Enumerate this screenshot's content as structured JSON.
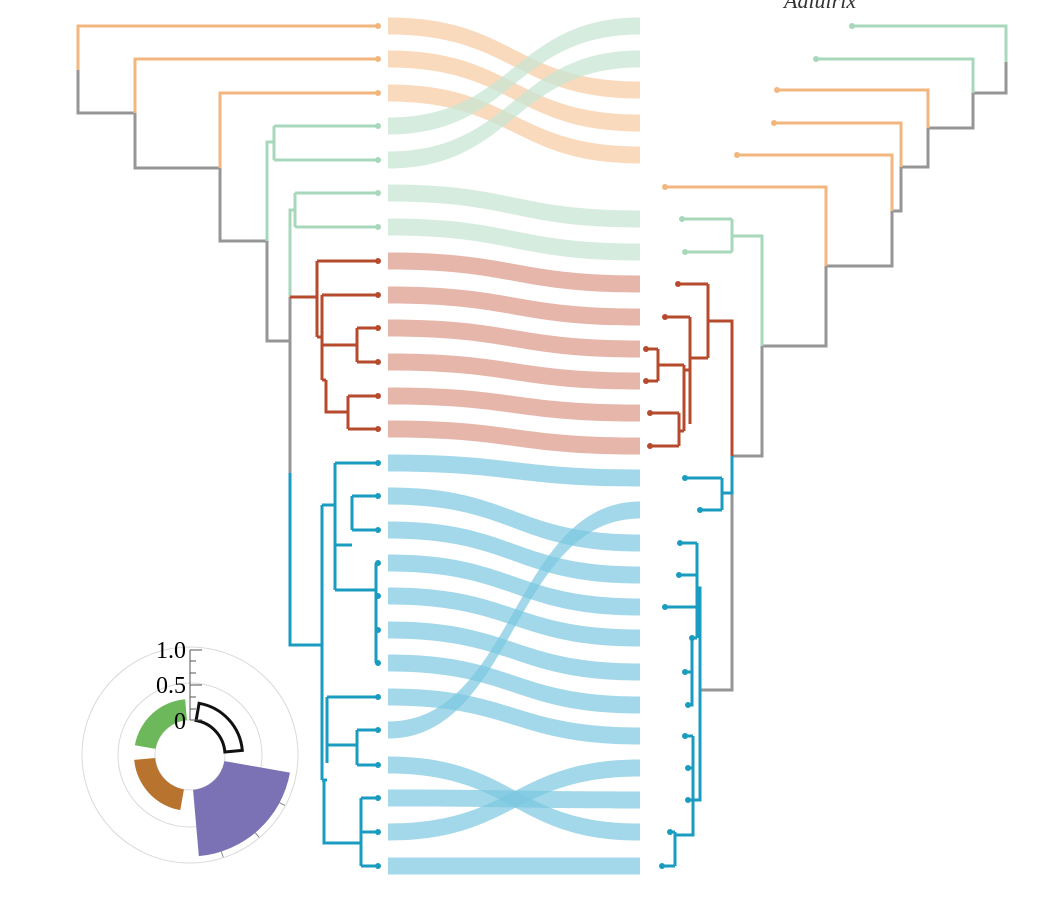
{
  "title": "Aalulrix",
  "colors": {
    "orange": "#f2b77e",
    "mint": "#a8d8bb",
    "rust": "#b64a2d",
    "cyan": "#1a9cc0",
    "gray": "#969696",
    "ribbon_orange": "#f7cba0",
    "ribbon_mint": "#c8e6d4",
    "ribbon_rust": "#d98f7e",
    "ribbon_cyan": "#7bc8df",
    "wedge_green": "#6db85a",
    "wedge_brown": "#b8732e",
    "wedge_purple": "#7b72b6"
  },
  "legend": {
    "ticks": [
      "1.0",
      "0.5",
      "0"
    ],
    "wedges": [
      {
        "name": "green",
        "value": 0.3,
        "color": "#6db85a"
      },
      {
        "name": "brown",
        "value": 0.3,
        "color": "#b8732e"
      },
      {
        "name": "purple",
        "value": 0.95,
        "color": "#7b72b6"
      },
      {
        "name": "outline",
        "value": 0.25,
        "color": "none"
      }
    ]
  },
  "left_tips": [
    "orange",
    "orange",
    "orange",
    "mint",
    "mint",
    "mint",
    "mint",
    "rust",
    "rust",
    "rust",
    "rust",
    "rust",
    "rust",
    "cyan",
    "cyan",
    "cyan",
    "cyan",
    "cyan",
    "cyan",
    "cyan",
    "cyan",
    "cyan",
    "cyan",
    "cyan",
    "cyan",
    "cyan",
    "cyan",
    "cyan"
  ],
  "right_tips": [
    "mint",
    "mint",
    "orange",
    "orange",
    "orange",
    "orange",
    "mint",
    "mint",
    "rust",
    "rust",
    "rust",
    "rust",
    "rust",
    "rust",
    "cyan",
    "cyan",
    "cyan",
    "cyan",
    "cyan",
    "cyan",
    "cyan",
    "cyan",
    "cyan",
    "cyan",
    "cyan",
    "cyan",
    "cyan",
    "cyan"
  ],
  "links": [
    {
      "from": 0,
      "to": 2,
      "group": "orange"
    },
    {
      "from": 1,
      "to": 3,
      "group": "orange"
    },
    {
      "from": 2,
      "to": 4,
      "group": "orange"
    },
    {
      "from": 3,
      "to": 0,
      "group": "mint"
    },
    {
      "from": 4,
      "to": 1,
      "group": "mint"
    },
    {
      "from": 5,
      "to": 6,
      "group": "mint"
    },
    {
      "from": 6,
      "to": 7,
      "group": "mint"
    },
    {
      "from": 7,
      "to": 8,
      "group": "rust"
    },
    {
      "from": 8,
      "to": 9,
      "group": "rust"
    },
    {
      "from": 9,
      "to": 10,
      "group": "rust"
    },
    {
      "from": 10,
      "to": 11,
      "group": "rust"
    },
    {
      "from": 11,
      "to": 12,
      "group": "rust"
    },
    {
      "from": 12,
      "to": 13,
      "group": "rust"
    },
    {
      "from": 13,
      "to": 14,
      "group": "cyan"
    },
    {
      "from": 14,
      "to": 16,
      "group": "cyan"
    },
    {
      "from": 15,
      "to": 17,
      "group": "cyan"
    },
    {
      "from": 16,
      "to": 18,
      "group": "cyan"
    },
    {
      "from": 17,
      "to": 19,
      "group": "cyan"
    },
    {
      "from": 18,
      "to": 20,
      "group": "cyan"
    },
    {
      "from": 19,
      "to": 21,
      "group": "cyan"
    },
    {
      "from": 20,
      "to": 22,
      "group": "cyan"
    },
    {
      "from": 21,
      "to": 15,
      "group": "cyan"
    },
    {
      "from": 22,
      "to": 25,
      "group": "cyan"
    },
    {
      "from": 23,
      "to": 24,
      "group": "cyan"
    },
    {
      "from": 24,
      "to": 23,
      "group": "cyan"
    },
    {
      "from": 25,
      "to": 26,
      "group": "cyan"
    },
    {
      "from": 26,
      "to": 27,
      "group": "cyan"
    },
    {
      "from": 27,
      "to": 27,
      "group": "cyan"
    }
  ]
}
